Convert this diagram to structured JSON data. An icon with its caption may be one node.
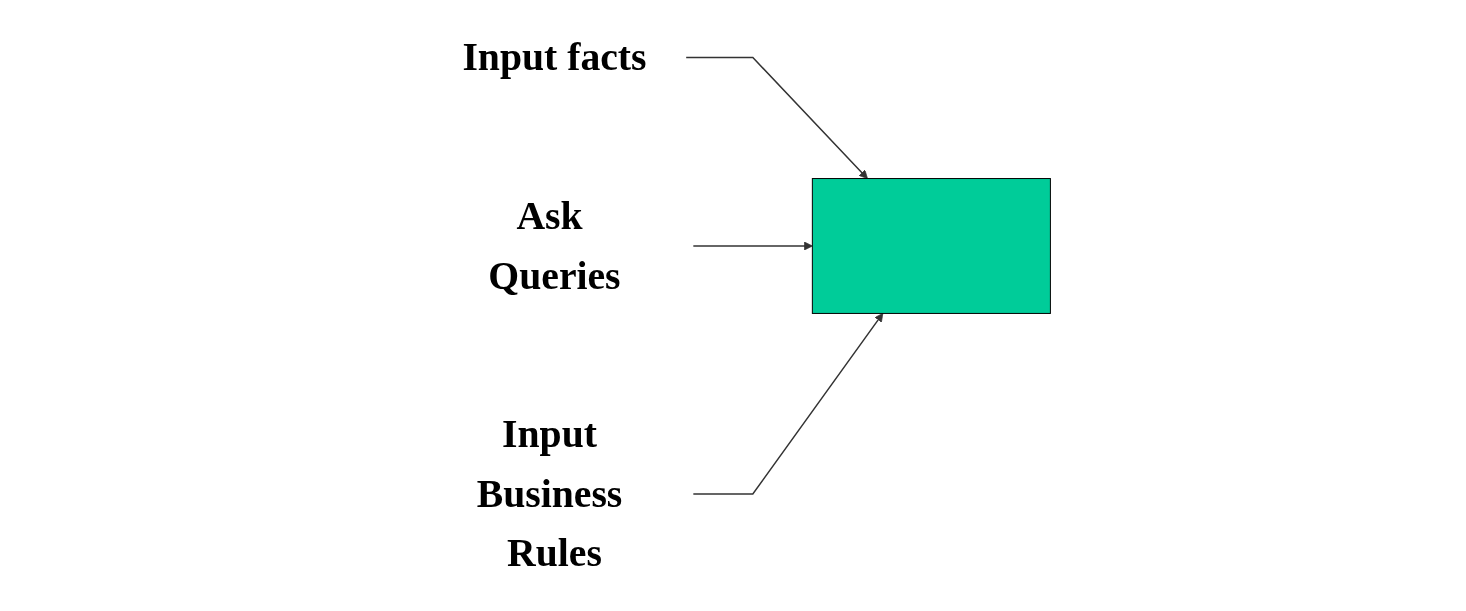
{
  "diagram": {
    "nodes": [
      {
        "text": [
          "Input facts"
        ]
      },
      {
        "text": [],
        "shape": "box"
      },
      {
        "text": [
          "Ask Queries"
        ]
      },
      {
        "text": [
          "Input Business Rules"
        ]
      }
    ],
    "edges": [
      {
        "from": 0,
        "to": 1,
        "arrow": "to"
      },
      {
        "from": 2,
        "to": 1,
        "arrow": "to"
      },
      {
        "from": 3,
        "to": 1,
        "arrow": "to"
      }
    ]
  }
}
